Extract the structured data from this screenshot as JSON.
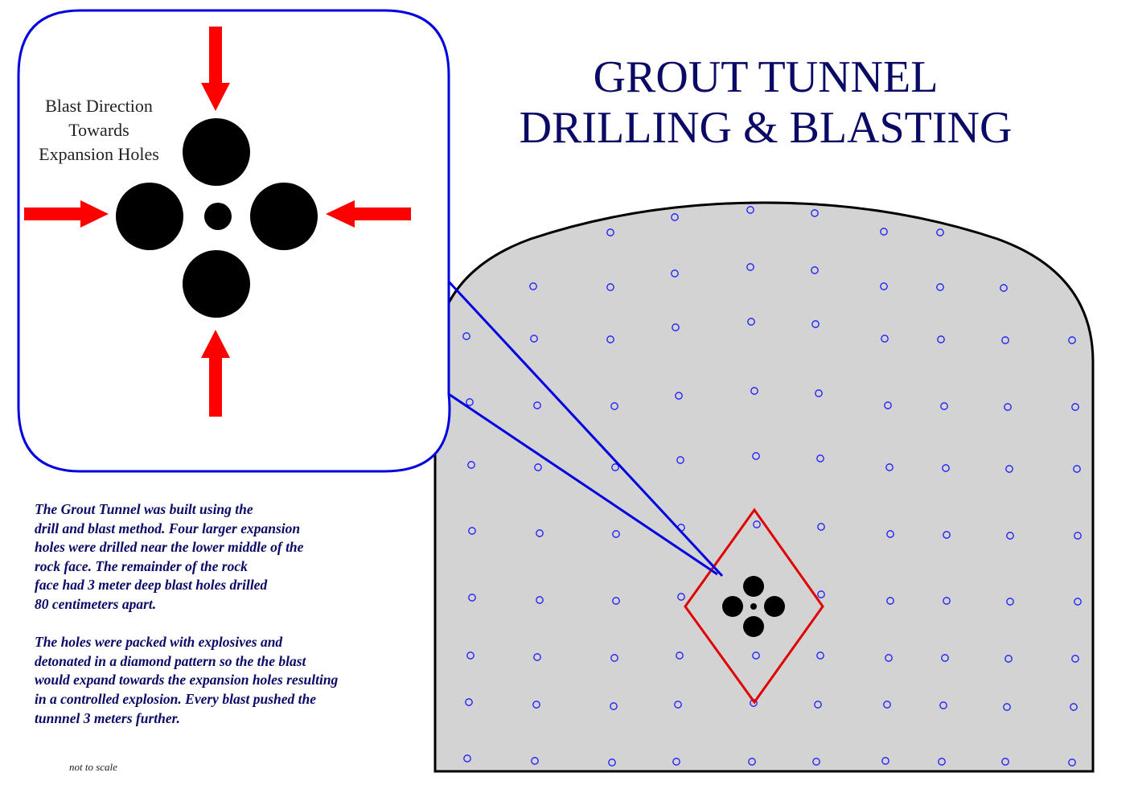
{
  "title": {
    "line1": "GROUT TUNNEL",
    "line2": "DRILLING & BLASTING"
  },
  "callout": {
    "label_lines": [
      "Blast Direction",
      "Towards",
      "Expansion Holes"
    ]
  },
  "description": {
    "paragraph1": [
      "The Grout Tunnel was built using the",
      "drill and blast method. Four larger expansion",
      "holes were drilled near the lower middle of the",
      "rock face. The remainder of the rock",
      "face had 3 meter deep blast holes drilled",
      "80 centimeters apart."
    ],
    "paragraph2": [
      "The holes were packed with explosives and",
      "detonated in a diamond pattern so the the blast",
      "would expand towards the expansion holes resulting",
      "in a controlled explosion. Every blast pushed the",
      "tunnnel 3 meters further."
    ]
  },
  "scale_note": "not to scale",
  "colors": {
    "title": "#0a0a66",
    "tunnel_fill": "#d3d3d3",
    "tunnel_outline": "#000000",
    "blast_hole": "#1a1aff",
    "callout_outline": "#0000e0",
    "diamond": "#e00000",
    "arrow": "#ff0000",
    "expansion_hole": "#000000"
  },
  "icons": {
    "arrow": "red-arrow-icon",
    "hole": "blast-hole-icon"
  }
}
